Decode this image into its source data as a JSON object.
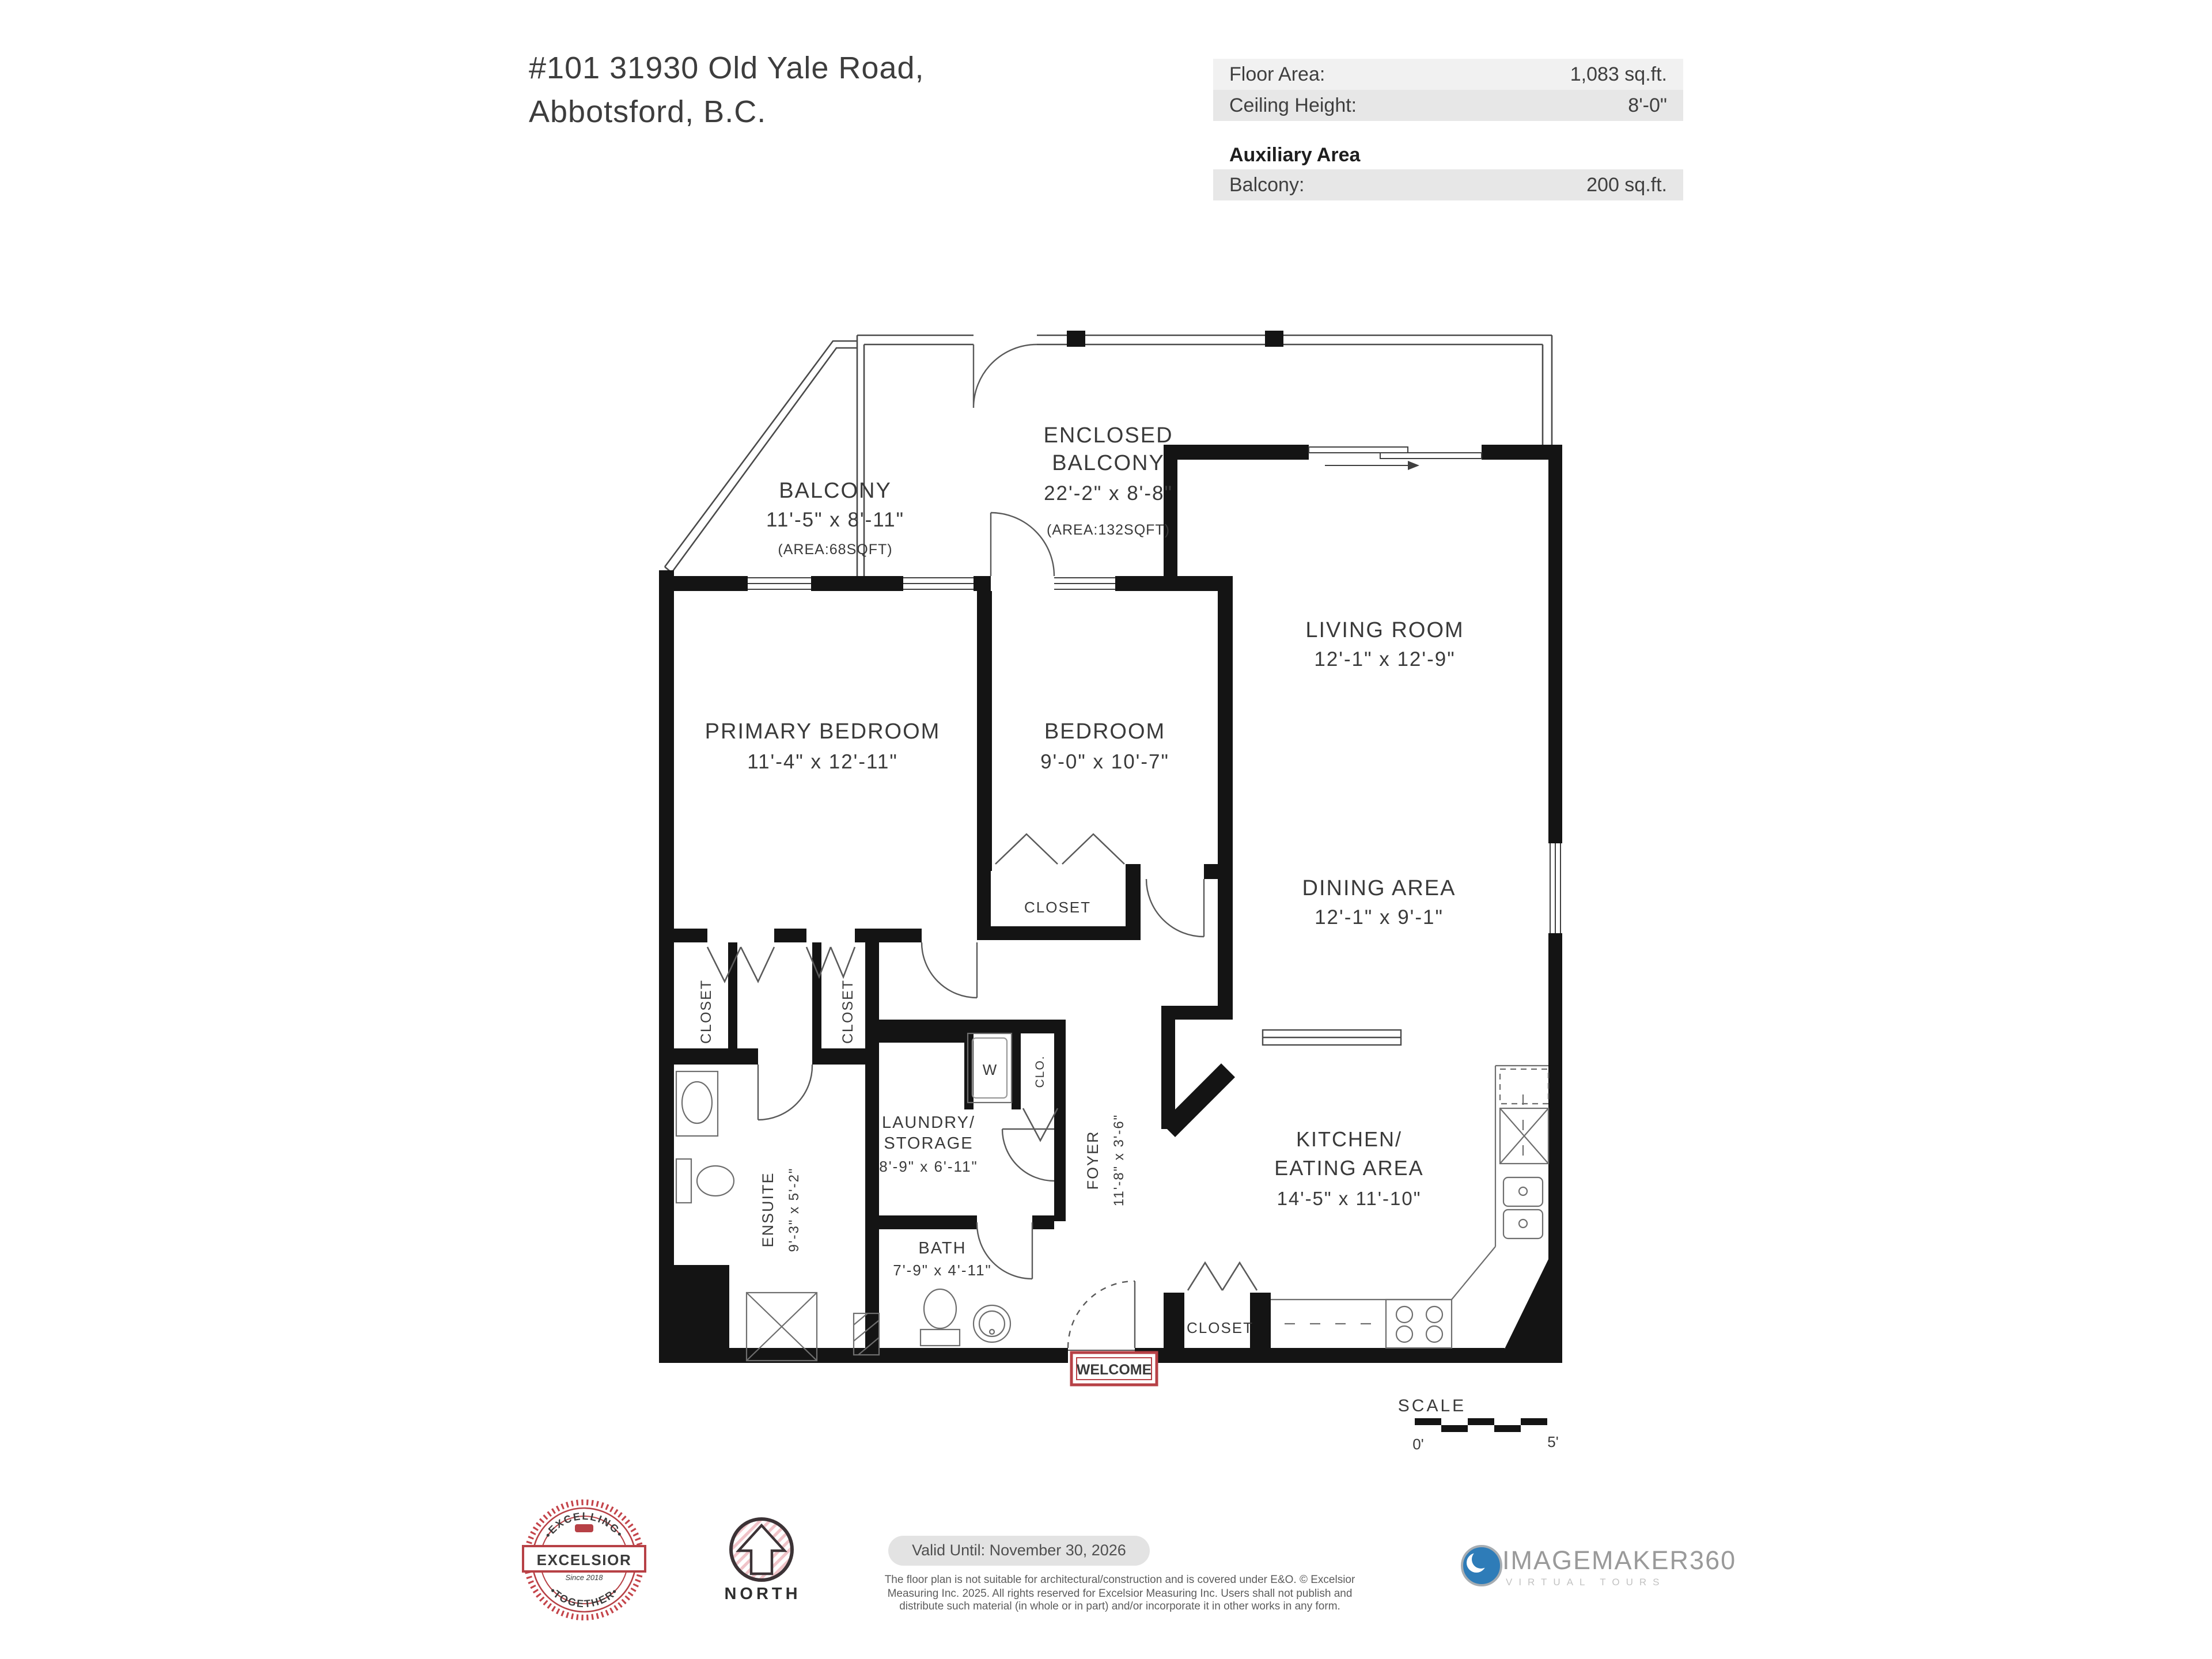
{
  "header": {
    "address_line1": "#101 31930 Old Yale Road,",
    "address_line2": "Abbotsford, B.C.",
    "info": {
      "floor_area_label": "Floor Area:",
      "floor_area_value": "1,083 sq.ft.",
      "ceiling_label": "Ceiling Height:",
      "ceiling_value": "8'-0\"",
      "auxiliary_title": "Auxiliary Area",
      "balcony_label": "Balcony:",
      "balcony_value": "200 sq.ft."
    }
  },
  "rooms": {
    "balcony": {
      "name": "BALCONY",
      "dims": "11'-5\" x 8'-11\"",
      "area": "(AREA:68SQFT)"
    },
    "enclosed_balcony": {
      "name1": "ENCLOSED",
      "name2": "BALCONY",
      "dims": "22'-2\" x 8'-8\"",
      "area": "(AREA:132SQFT)"
    },
    "living": {
      "name": "LIVING ROOM",
      "dims": "12'-1\" x 12'-9\""
    },
    "dining": {
      "name": "DINING AREA",
      "dims": "12'-1\" x 9'-1\""
    },
    "primary": {
      "name": "PRIMARY BEDROOM",
      "dims": "11'-4\" x 12'-11\""
    },
    "bedroom": {
      "name": "BEDROOM",
      "dims": "9'-0\" x 10'-7\""
    },
    "kitchen": {
      "name1": "KITCHEN/",
      "name2": "EATING AREA",
      "dims": "14'-5\" x 11'-10\""
    },
    "laundry": {
      "name1": "LAUNDRY/",
      "name2": "STORAGE",
      "dims": "8'-9\" x 6'-11\""
    },
    "bath": {
      "name": "BATH",
      "dims": "7'-9\" x 4'-11\""
    },
    "ensuite": {
      "name": "ENSUITE",
      "dims": "9'-3\" x 5'-2\""
    },
    "foyer": {
      "name": "FOYER",
      "dims": "11'-8\" x 3'-6\""
    },
    "closet_bedrooms": "CLOSET",
    "closet_left": "CLOSET",
    "closet_right": "CLOSET",
    "closet_entry": "CLOSET",
    "clo_small": "CLO.",
    "washer": "W",
    "welcome_mat": "WELCOME"
  },
  "scale": {
    "label": "SCALE",
    "start": "0'",
    "end": "5'"
  },
  "footer": {
    "excelsior": {
      "top": "•EXCELLING•",
      "name": "EXCELSIOR",
      "since": "Since 2018",
      "bottom": "•TOGETHER•"
    },
    "north_label": "NORTH",
    "valid_text": "Valid Until: November 30, 2026",
    "disclaimer1": "The floor plan is not suitable for architectural/construction and is covered under E&O. © Excelsior",
    "disclaimer2": "Measuring Inc. 2025. All rights reserved for Excelsior Measuring Inc. Users shall not publish and",
    "disclaimer3": "distribute such material (in whole or in part) and/or incorporate it in other works in any form.",
    "imagemaker": {
      "name": "IMAGEMAKER360",
      "tagline": "VIRTUAL TOURS"
    }
  },
  "colors": {
    "wall": "#141414",
    "accent_red": "#b74146",
    "text": "#3a3a3a"
  }
}
